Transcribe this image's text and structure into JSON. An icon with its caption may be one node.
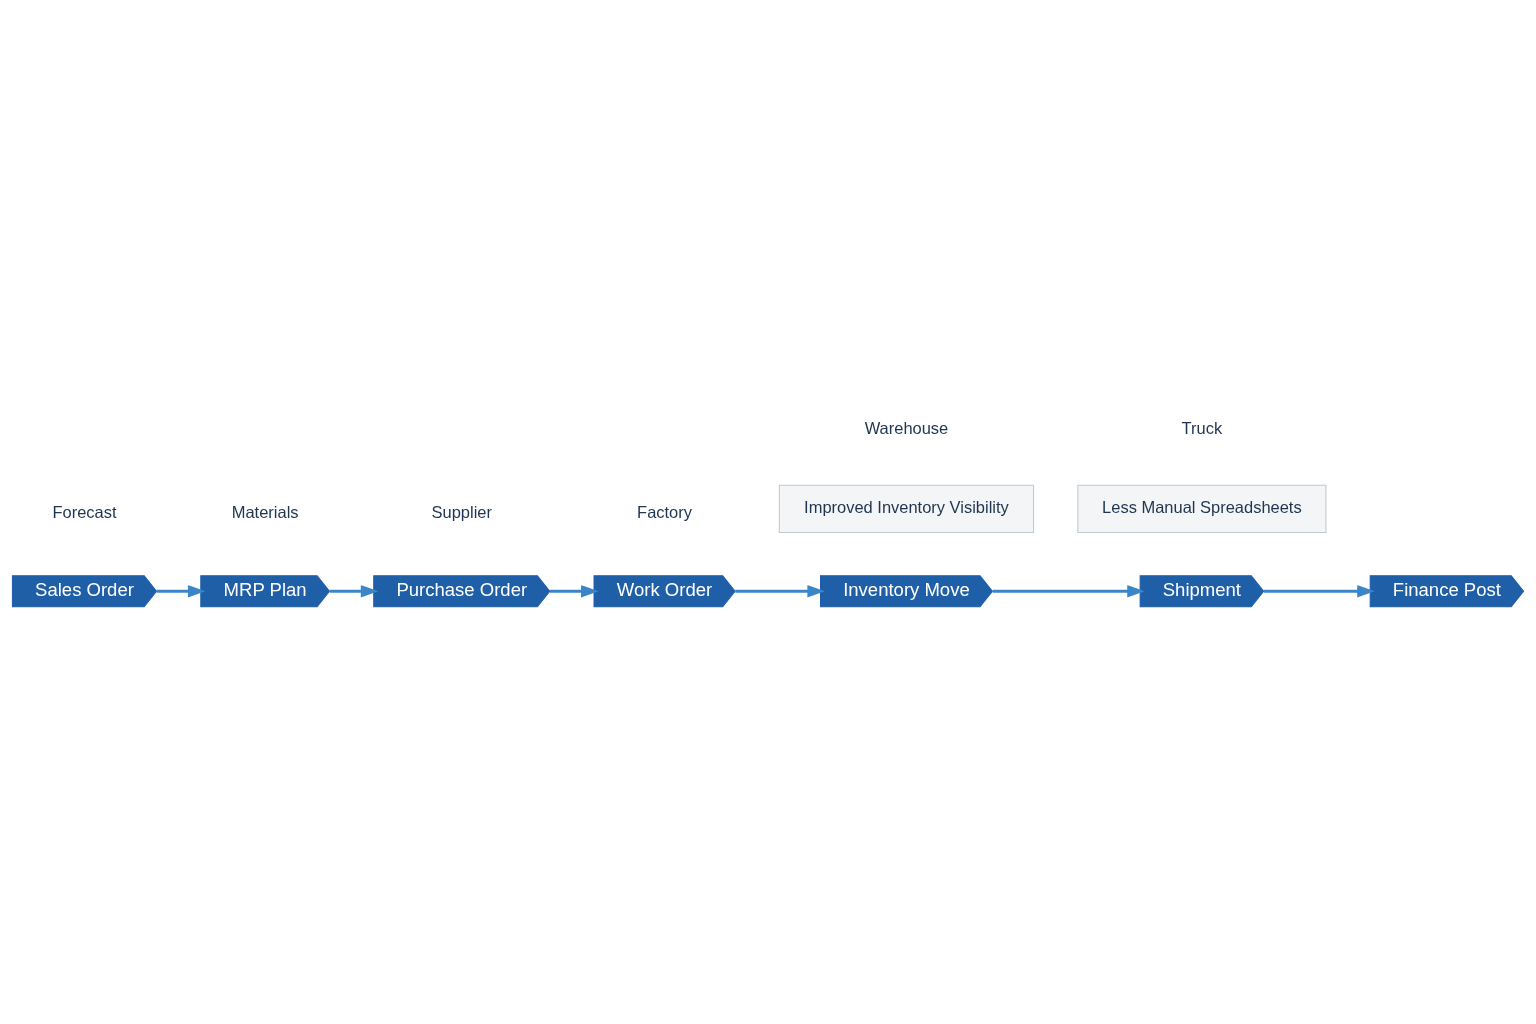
{
  "diagram": {
    "nodes": [
      {
        "text": [
          "Sales Order"
        ]
      },
      {
        "text": [
          "MRP Plan"
        ]
      },
      {
        "text": [
          "Purchase Order"
        ]
      },
      {
        "text": [
          "Work Order"
        ]
      },
      {
        "text": [
          "Inventory Move"
        ]
      },
      {
        "text": [
          "Shipment"
        ]
      },
      {
        "text": [
          "Finance Post"
        ]
      },
      {
        "text": [
          "Improved Inventory Visibility"
        ]
      },
      {
        "text": [
          "Less Manual Spreadsheets"
        ]
      }
    ],
    "edges": [
      {
        "from": 0,
        "to": 1,
        "arrow": "to"
      },
      {
        "from": 1,
        "to": 2,
        "arrow": "to"
      },
      {
        "from": 2,
        "to": 3,
        "arrow": "to"
      },
      {
        "from": 3,
        "to": 4,
        "arrow": "to"
      },
      {
        "from": 4,
        "to": 5,
        "arrow": "to"
      },
      {
        "from": 5,
        "to": 6,
        "arrow": "to"
      }
    ],
    "labels": [
      "Forecast",
      "Materials",
      "Supplier",
      "Factory",
      "Warehouse",
      "Truck"
    ]
  }
}
